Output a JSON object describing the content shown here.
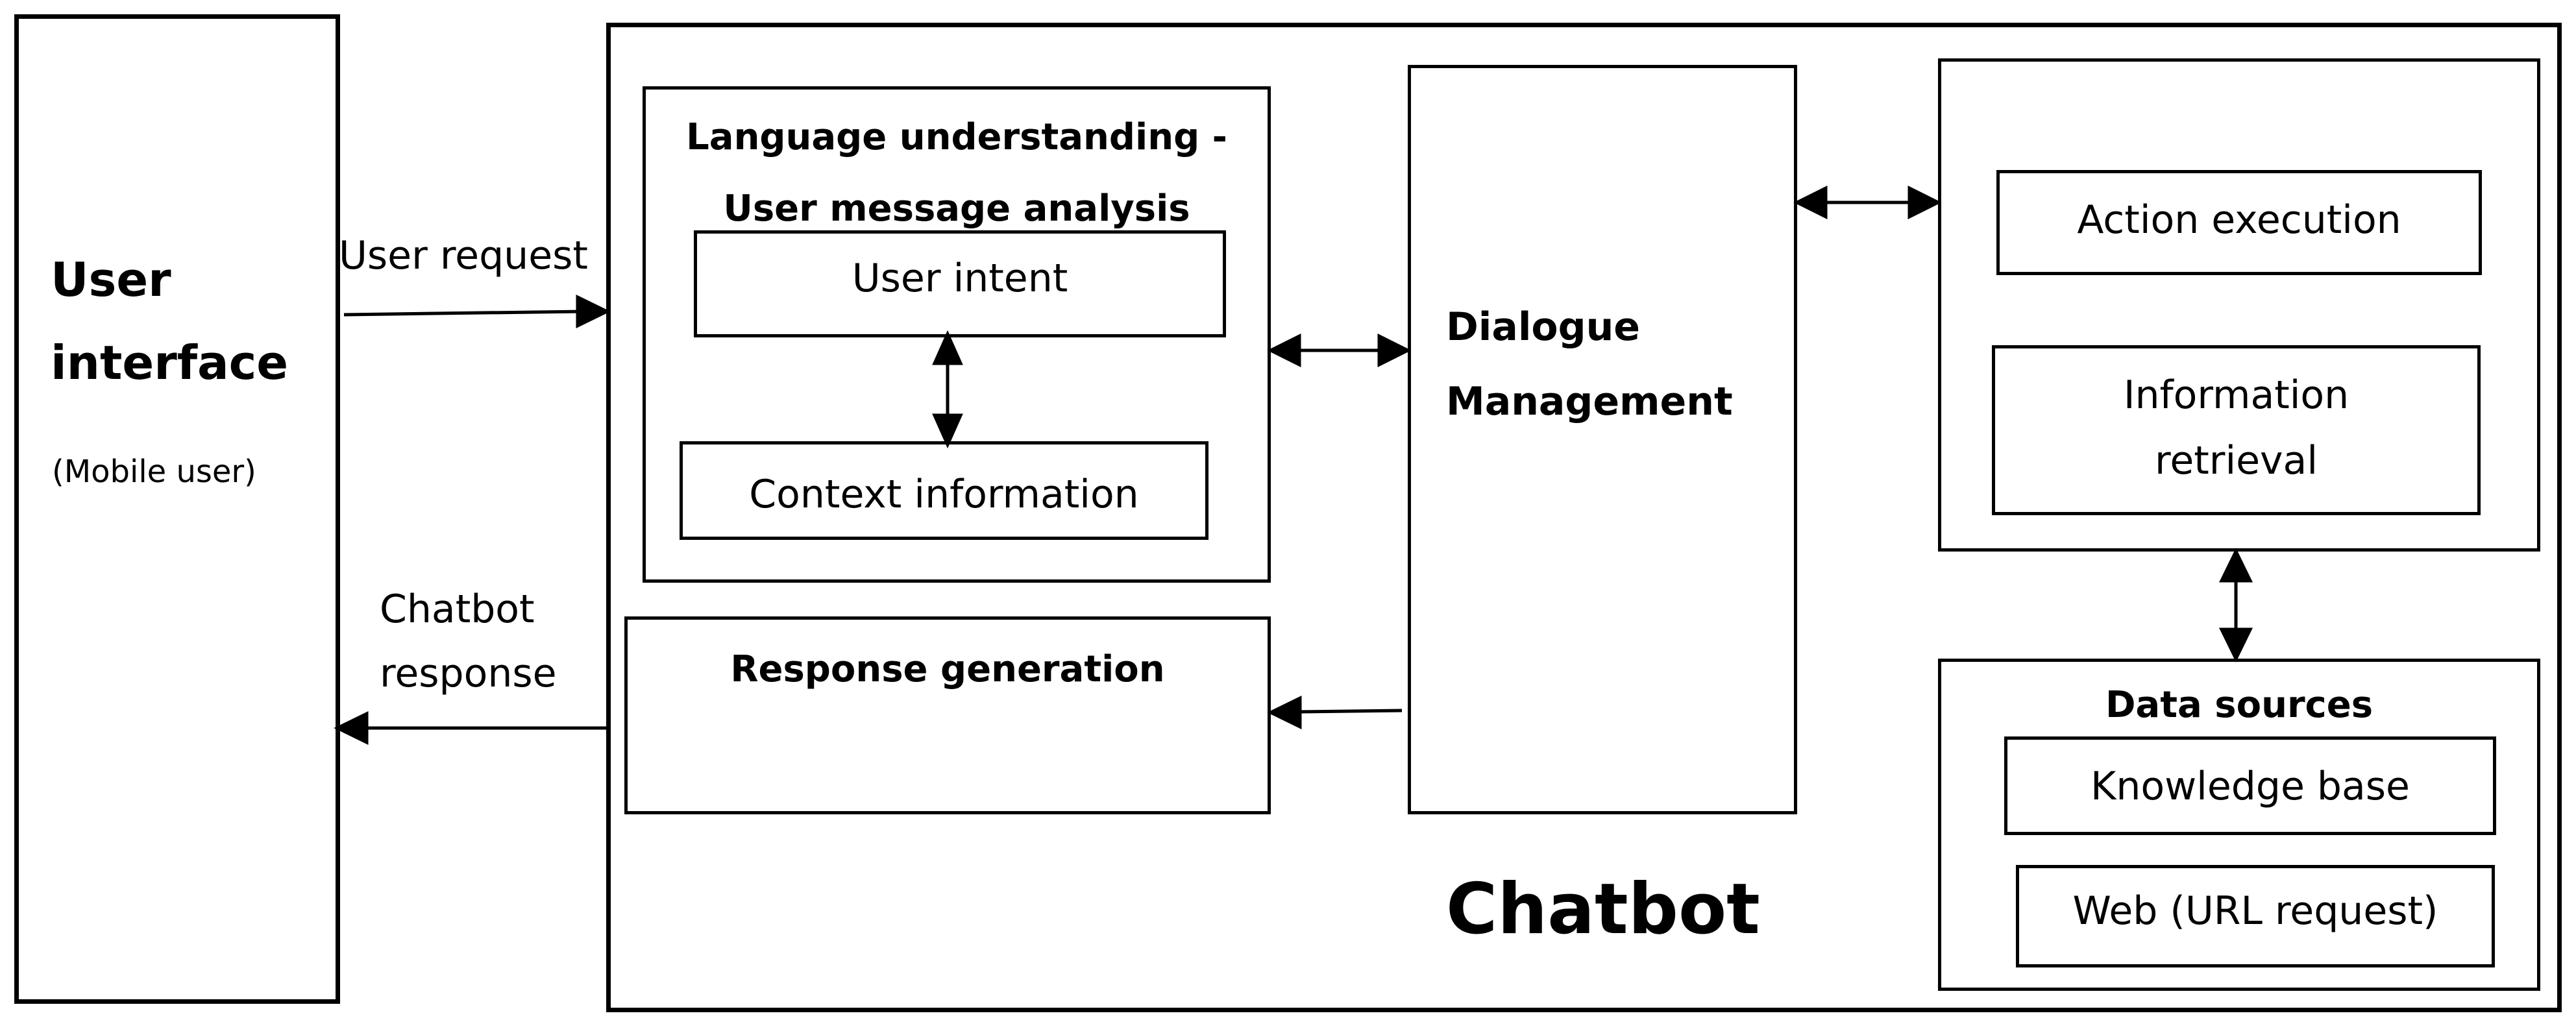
{
  "user_interface": {
    "title_line1": "User",
    "title_line2": "interface",
    "subtitle": "(Mobile user)"
  },
  "labels": {
    "user_request": "User request",
    "chatbot_response_line1": "Chatbot",
    "chatbot_response_line2": "response"
  },
  "chatbot": {
    "title": "Chatbot",
    "language_understanding": {
      "title_line1": "Language understanding -",
      "title_line2": "User message analysis",
      "user_intent": "User intent",
      "context_information": "Context information"
    },
    "response_generation": "Response generation",
    "dialogue_management_line1": "Dialogue",
    "dialogue_management_line2": "Management",
    "action_execution": "Action execution",
    "information_retrieval_line1": "Information",
    "information_retrieval_line2": "retrieval",
    "data_sources": {
      "title": "Data sources",
      "knowledge_base": "Knowledge base",
      "web": "Web (URL request)"
    }
  }
}
